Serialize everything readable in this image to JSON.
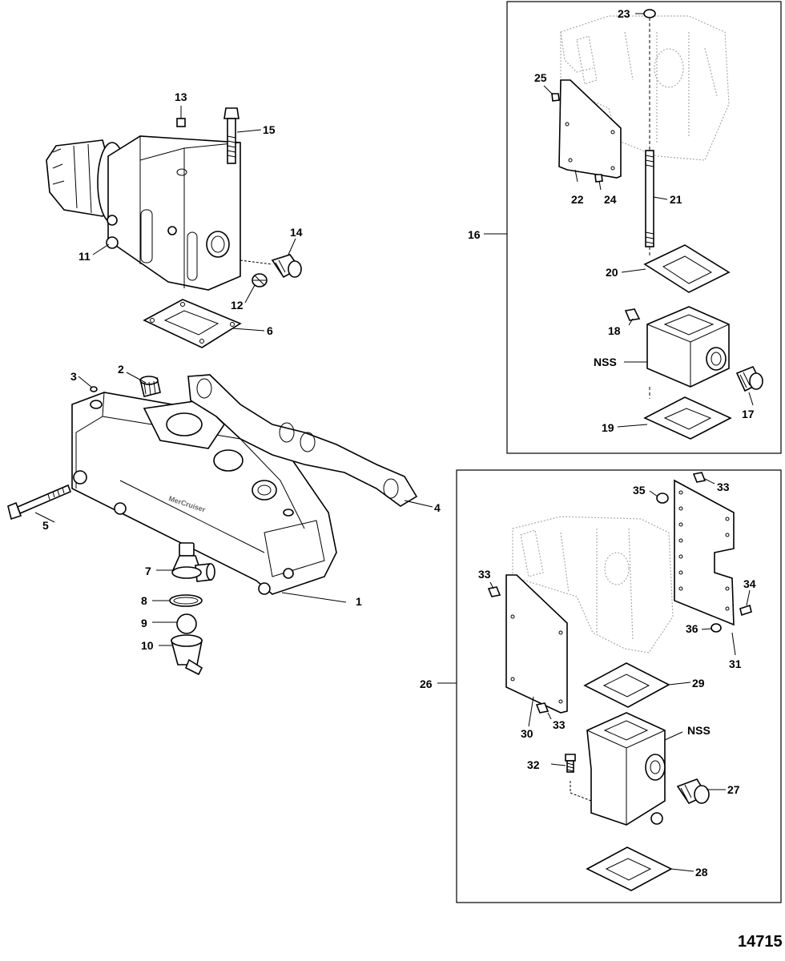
{
  "figure_number": "14715",
  "callouts": {
    "c1": "1",
    "c2": "2",
    "c3": "3",
    "c4": "4",
    "c5": "5",
    "c6": "6",
    "c7": "7",
    "c8": "8",
    "c9": "9",
    "c10": "10",
    "c11": "11",
    "c12": "12",
    "c13": "13",
    "c14": "14",
    "c15": "15",
    "c16": "16",
    "c17": "17",
    "c18": "18",
    "c19": "19",
    "c20": "20",
    "c21": "21",
    "c22": "22",
    "c23": "23",
    "c24": "24",
    "c25": "25",
    "c26": "26",
    "c27": "27",
    "c28": "28",
    "c29": "29",
    "c30": "30",
    "c31": "31",
    "c32": "32",
    "c33a": "33",
    "c33b": "33",
    "c33c": "33",
    "c34": "34",
    "c35": "35",
    "c36": "36",
    "nss1": "NSS",
    "nss2": "NSS"
  },
  "manifold_brand_text": "MerCruiser"
}
